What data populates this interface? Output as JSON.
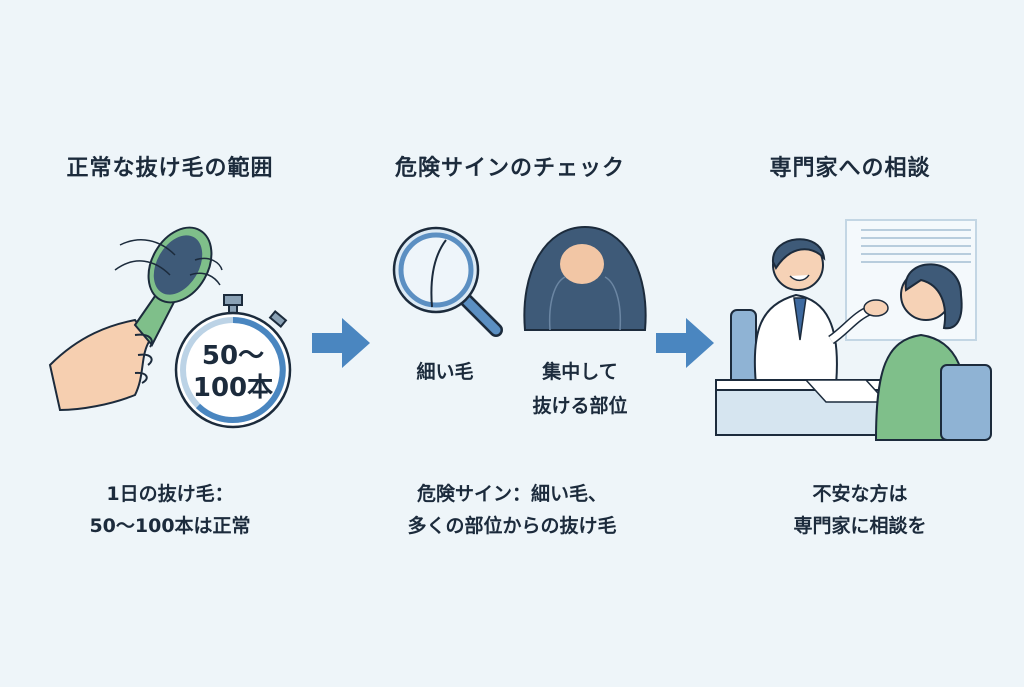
{
  "sections": [
    {
      "title": "正常な抜け毛の範囲",
      "badge_line1": "50〜",
      "badge_line2": "100本",
      "caption_line1": "1日の抜け毛：",
      "caption_line2": "50〜100本は正常"
    },
    {
      "title": "危険サインのチェック",
      "label_thin": "細い毛",
      "label_area_line1": "集中して",
      "label_area_line2": "抜ける部位",
      "caption_line1": "危険サイン：細い毛、",
      "caption_line2": "多くの部位からの抜け毛"
    },
    {
      "title": "専門家への相談",
      "caption_line1": "不安な方は",
      "caption_line2": "専門家に相談を"
    }
  ],
  "colors": {
    "background": "#eef5f9",
    "text": "#1c2b3c",
    "arrow": "#4a86c0",
    "green": "#7fbf8a",
    "blue": "#5b8fc2"
  }
}
